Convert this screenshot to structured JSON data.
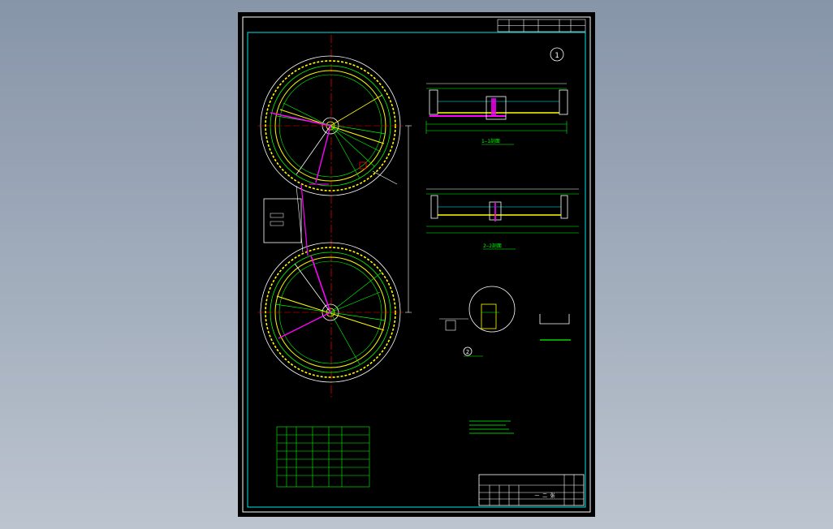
{
  "drawing": {
    "detail_marker": "1",
    "detail_callout": "2",
    "section_1_label": "1—1剖面",
    "section_2_label": "2—2剖面",
    "title_block_title": "一 二 张"
  },
  "colors": {
    "background": "#000000",
    "frame": "#ffffff",
    "border": "#00e5e5",
    "line_green": "#00ff00",
    "line_yellow": "#ffff00",
    "line_red": "#ff0000",
    "line_magenta": "#ff00ff",
    "line_cyan": "#00ffff"
  },
  "icons": {
    "north_marker": "circle-numeral-icon"
  }
}
